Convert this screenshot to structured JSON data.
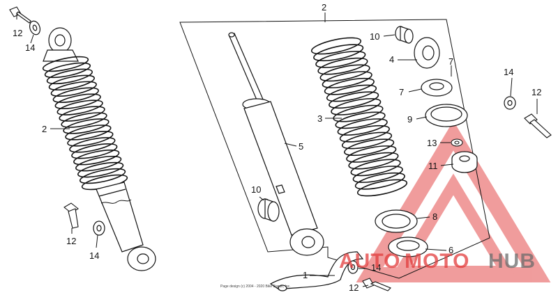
{
  "callouts": [
    {
      "id": "c1",
      "text": "12"
    },
    {
      "id": "c2",
      "text": "14"
    },
    {
      "id": "c3",
      "text": "2"
    },
    {
      "id": "c4",
      "text": "12"
    },
    {
      "id": "c5",
      "text": "14"
    },
    {
      "id": "c6",
      "text": "2"
    },
    {
      "id": "c7",
      "text": "10"
    },
    {
      "id": "c8",
      "text": "4"
    },
    {
      "id": "c9",
      "text": "7"
    },
    {
      "id": "c10",
      "text": "7"
    },
    {
      "id": "c11",
      "text": "9"
    },
    {
      "id": "c12",
      "text": "3"
    },
    {
      "id": "c13",
      "text": "5"
    },
    {
      "id": "c14",
      "text": "10"
    },
    {
      "id": "c15",
      "text": "13"
    },
    {
      "id": "c16",
      "text": "11"
    },
    {
      "id": "c17",
      "text": "8"
    },
    {
      "id": "c18",
      "text": "6"
    },
    {
      "id": "c19",
      "text": "1"
    },
    {
      "id": "c20",
      "text": "14"
    },
    {
      "id": "c21",
      "text": "12"
    },
    {
      "id": "c22",
      "text": "14"
    },
    {
      "id": "c23",
      "text": "12"
    }
  ],
  "watermark": {
    "part1": "AUTO",
    "part2": "MOTO",
    "part3": "HUB",
    "color_red": "#e23b3b",
    "color_gray": "#6b6b6b"
  },
  "copyright": "Page design (c) 2004 - 2020 Bike Bandit, Inc."
}
